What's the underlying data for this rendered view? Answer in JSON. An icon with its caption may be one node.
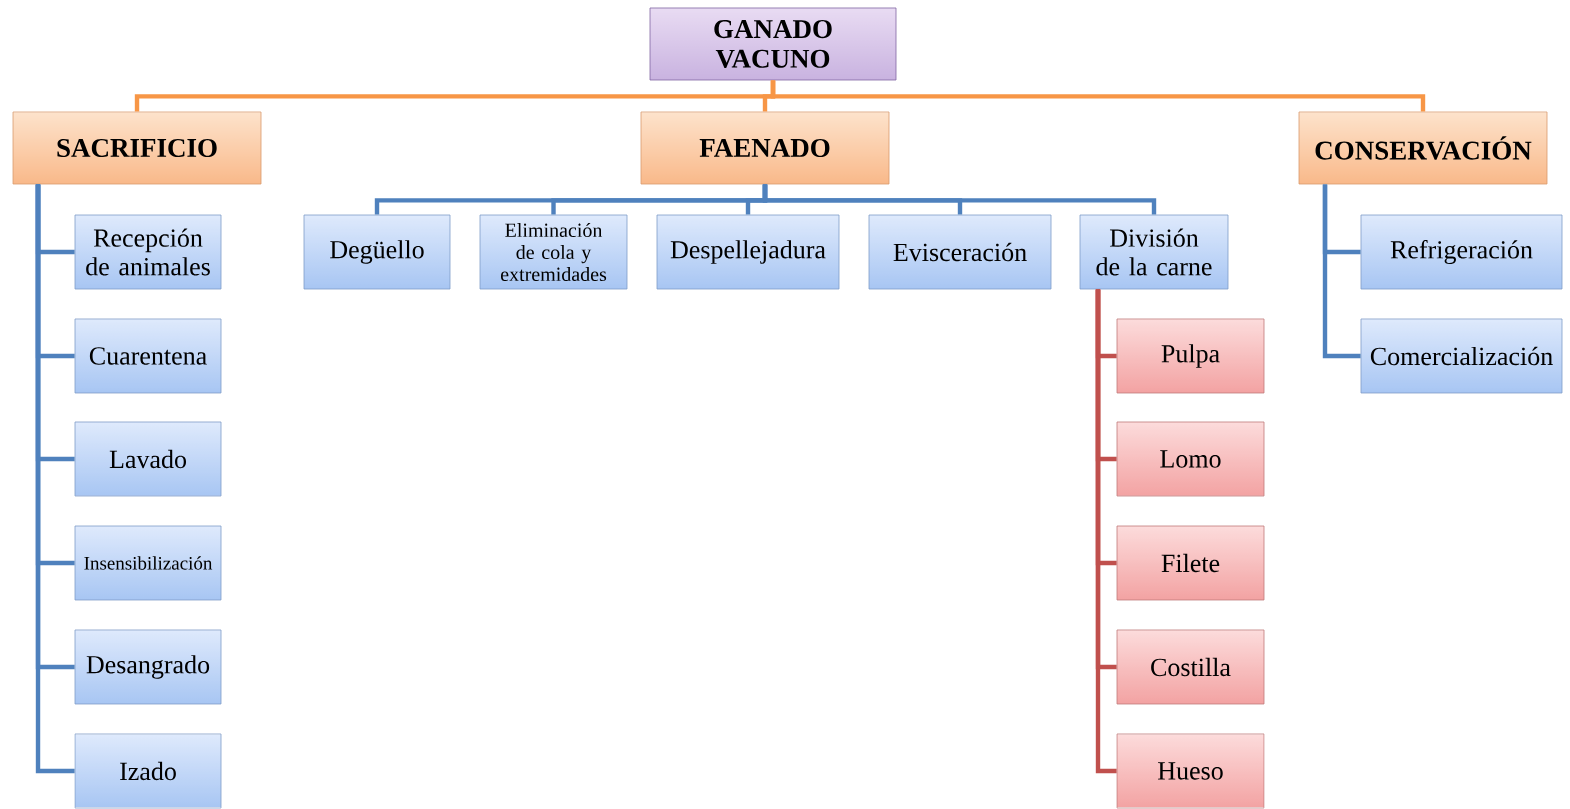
{
  "diagram": {
    "nodes": [
      {
        "text": [
          "GANADO VACUNO"
        ]
      },
      {
        "text": [
          "SACRIFICIO"
        ]
      },
      {
        "text": [
          "FAENADO"
        ]
      },
      {
        "text": [
          "CONSERVACIÓN"
        ]
      },
      {
        "text": [
          "Recepción de animales"
        ]
      },
      {
        "text": [
          "Cuarentena"
        ]
      },
      {
        "text": [
          "Lavado"
        ]
      },
      {
        "text": [
          "Insensibilización"
        ]
      },
      {
        "text": [
          "Desangrado"
        ]
      },
      {
        "text": [
          "Izado"
        ]
      },
      {
        "text": [
          "Degüello"
        ]
      },
      {
        "text": [
          "Eliminación de cola y extremidades"
        ]
      },
      {
        "text": [
          "Despellejadura"
        ]
      },
      {
        "text": [
          "Evisceración"
        ]
      },
      {
        "text": [
          "División de la carne"
        ]
      },
      {
        "text": [
          "Pulpa"
        ]
      },
      {
        "text": [
          "Lomo"
        ]
      },
      {
        "text": [
          "Filete"
        ]
      },
      {
        "text": [
          "Costilla"
        ]
      },
      {
        "text": [
          "Hueso"
        ]
      },
      {
        "text": [
          "Refrigeración"
        ]
      },
      {
        "text": [
          "Comercialización"
        ]
      }
    ],
    "edges": [
      {
        "from": 0,
        "to": 1,
        "arrow": "none",
        "color": "#f79646"
      },
      {
        "from": 0,
        "to": 2,
        "arrow": "none",
        "color": "#f79646"
      },
      {
        "from": 0,
        "to": 3,
        "arrow": "none",
        "color": "#f79646"
      },
      {
        "from": 1,
        "to": 4,
        "arrow": "none"
      },
      {
        "from": 1,
        "to": 5,
        "arrow": "none"
      },
      {
        "from": 1,
        "to": 6,
        "arrow": "none"
      },
      {
        "from": 1,
        "to": 7,
        "arrow": "none"
      },
      {
        "from": 1,
        "to": 8,
        "arrow": "none"
      },
      {
        "from": 1,
        "to": 9,
        "arrow": "none"
      },
      {
        "from": 2,
        "to": 10,
        "arrow": "none"
      },
      {
        "from": 2,
        "to": 11,
        "arrow": "none"
      },
      {
        "from": 2,
        "to": 12,
        "arrow": "none"
      },
      {
        "from": 2,
        "to": 13,
        "arrow": "none"
      },
      {
        "from": 2,
        "to": 14,
        "arrow": "none"
      },
      {
        "from": 14,
        "to": 15,
        "arrow": "none",
        "color": "#c0504d"
      },
      {
        "from": 14,
        "to": 16,
        "arrow": "none",
        "color": "#c0504d"
      },
      {
        "from": 14,
        "to": 17,
        "arrow": "none",
        "color": "#c0504d"
      },
      {
        "from": 14,
        "to": 18,
        "arrow": "none",
        "color": "#c0504d"
      },
      {
        "from": 14,
        "to": 19,
        "arrow": "none",
        "color": "#c0504d"
      },
      {
        "from": 3,
        "to": 20,
        "arrow": "none"
      },
      {
        "from": 3,
        "to": 21,
        "arrow": "none"
      }
    ]
  }
}
